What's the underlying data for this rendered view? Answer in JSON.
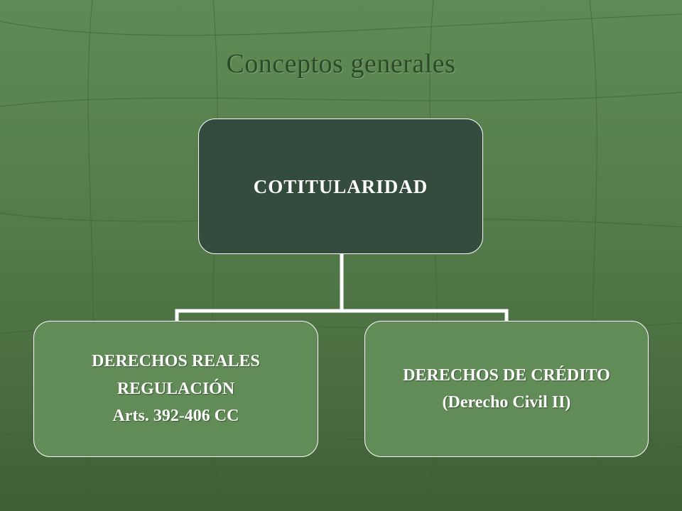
{
  "slide": {
    "title": "Conceptos generales"
  },
  "diagram": {
    "root": {
      "label": "COTITULARIDAD"
    },
    "children": [
      {
        "lines": [
          "DERECHOS REALES",
          "REGULACIÓN",
          "Arts. 392-406 CC"
        ]
      },
      {
        "lines": [
          "DERECHOS DE CRÉDITO",
          "(Derecho Civil II)"
        ]
      }
    ]
  },
  "colors": {
    "background": "#5a8450",
    "root_fill": "#334c3d",
    "child_fill": "#628c57",
    "connector": "#ffffff",
    "title_text": "#2c4a2a"
  }
}
